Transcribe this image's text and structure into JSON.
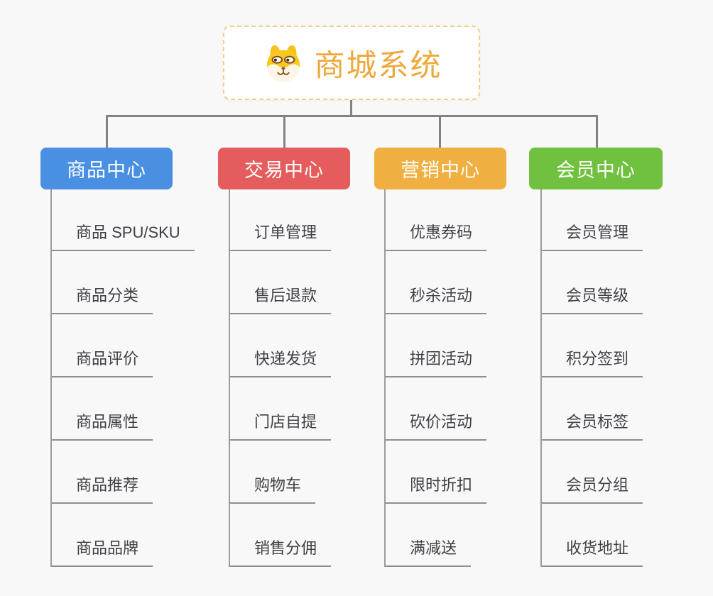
{
  "root": {
    "title": "商城系统",
    "icon": "dog-face-icon",
    "text_color": "#eda93c",
    "border_color": "#f5cd8b"
  },
  "colors": {
    "background": "#f8f8f8",
    "connector": "#828282",
    "trunk_line": "#9c9c9c",
    "underline": "#8f8f8f",
    "leaf_text": "#3e4046"
  },
  "branches": [
    {
      "label": "商品中心",
      "color": "#4a90e2",
      "items": [
        "商品 SPU/SKU",
        "商品分类",
        "商品评价",
        "商品属性",
        "商品推荐",
        "商品品牌"
      ]
    },
    {
      "label": "交易中心",
      "color": "#e45c5c",
      "items": [
        "订单管理",
        "售后退款",
        "快递发货",
        "门店自提",
        "购物车",
        "销售分佣"
      ]
    },
    {
      "label": "营销中心",
      "color": "#efb041",
      "items": [
        "优惠券码",
        "秒杀活动",
        "拼团活动",
        "砍价活动",
        "限时折扣",
        "满减送"
      ]
    },
    {
      "label": "会员中心",
      "color": "#70c13f",
      "items": [
        "会员管理",
        "会员等级",
        "积分签到",
        "会员标签",
        "会员分组",
        "收货地址"
      ]
    }
  ]
}
